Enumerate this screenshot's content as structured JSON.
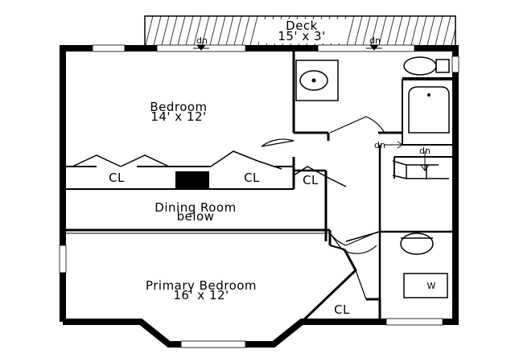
{
  "rooms": {
    "deck": {
      "name": "Deck",
      "size": "15' x 3'"
    },
    "bedroom": {
      "name": "Bedroom",
      "size": "14' x 12'"
    },
    "dining": {
      "name": "Dining Room",
      "note": "below"
    },
    "primary": {
      "name": "Primary Bedroom",
      "size": "16' x 12'"
    }
  },
  "closet_label": "CL",
  "stair_label": "dn",
  "washer_label": "W"
}
